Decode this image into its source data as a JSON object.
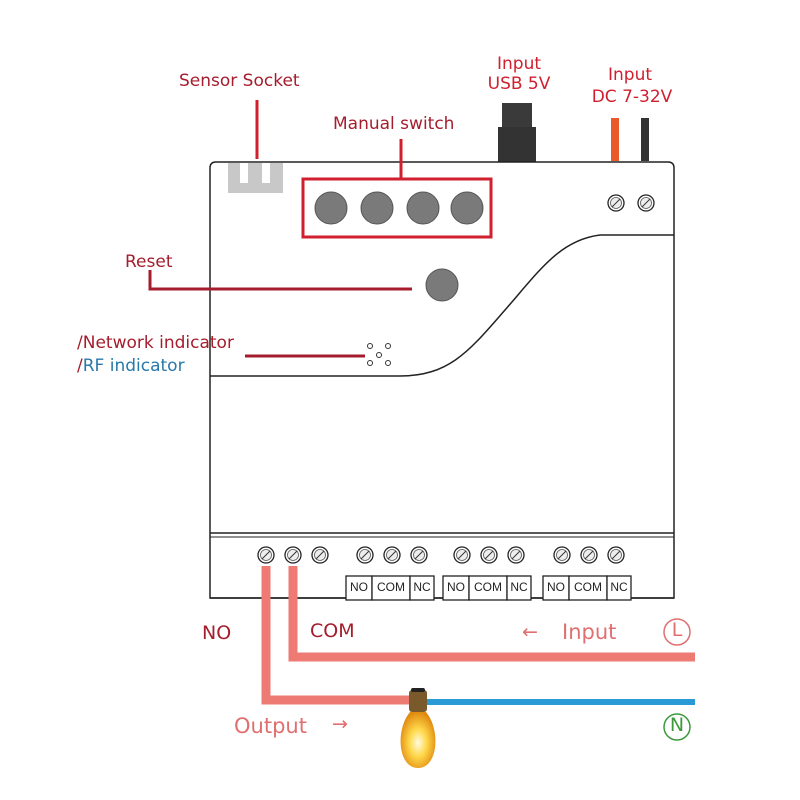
{
  "labels": {
    "sensor_socket": "Sensor Socket",
    "manual_switch": "Manual switch",
    "input_usb_line1": "Input",
    "input_usb_line2": "USB 5V",
    "input_dc_line1": "Input",
    "input_dc_line2": "DC 7-32V",
    "reset": "Reset",
    "network_indicator_prefix": "/",
    "network_indicator": "Network indicator",
    "rf_indicator_prefix": "/",
    "rf_indicator": "RF indicator"
  },
  "terminals": {
    "groups": [
      [
        "NO",
        "COM",
        "NC"
      ],
      [
        "NO",
        "COM",
        "NC"
      ],
      [
        "NO",
        "COM",
        "NC"
      ]
    ]
  },
  "wiring": {
    "no_label": "NO",
    "com_label": "COM",
    "input_arrow": "←",
    "input_label": "Input",
    "output_label": "Output",
    "output_arrow": "→",
    "live_symbol": "L",
    "neutral_symbol": "N"
  },
  "colors": {
    "live_wire": "#ee7a74",
    "neutral_wire": "#2a9ad6",
    "callout": "#d01f2e",
    "button_gray": "#7a7a7a"
  }
}
